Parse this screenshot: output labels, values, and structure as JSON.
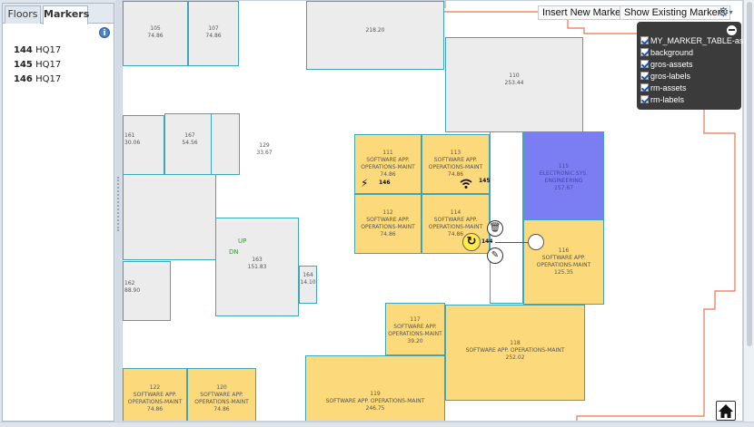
{
  "tabs": [
    {
      "label": "Floors"
    },
    {
      "label": "Markers"
    }
  ],
  "markers": [
    {
      "num": "144",
      "name": "HQ17"
    },
    {
      "num": "145",
      "name": "HQ17"
    },
    {
      "num": "146",
      "name": "HQ17"
    }
  ],
  "toolbar": {
    "insert_label": "Insert New Marker",
    "show_label": "Show Existing Markers",
    "gear_icon": "gear-icon"
  },
  "layers": [
    {
      "label": "MY_MARKER_TABLE-assets",
      "checked": true
    },
    {
      "label": "background",
      "checked": true
    },
    {
      "label": "gros-assets",
      "checked": true
    },
    {
      "label": "gros-labels",
      "checked": true
    },
    {
      "label": "rm-assets",
      "checked": true
    },
    {
      "label": "rm-labels",
      "checked": true
    }
  ],
  "rooms": {
    "r105": {
      "num": "105",
      "area": "74.86"
    },
    "r107": {
      "num": "107",
      "area": "74.86"
    },
    "r218": {
      "area": "218.20"
    },
    "r110": {
      "num": "110",
      "area": "253.44"
    },
    "r161": {
      "num": "161",
      "area": "30.06"
    },
    "r167": {
      "num": "167",
      "area": "54.56"
    },
    "r129": {
      "num": "129",
      "area": "33.67"
    },
    "r111": {
      "num": "111",
      "label": "SOFTWARE APP. OPERATIONS-MAINT",
      "area": "74.86"
    },
    "r113": {
      "num": "113",
      "label": "SOFTWARE APP. OPERATIONS-MAINT",
      "area": "74.86"
    },
    "r112": {
      "num": "112",
      "label": "SOFTWARE APP. OPERATIONS-MAINT",
      "area": "74.86"
    },
    "r114": {
      "num": "114",
      "label": "SOFTWARE APP. OPERATIONS-MAINT",
      "area": "74.86"
    },
    "r115": {
      "num": "115",
      "label": "ELECTRONIC SYS. ENGINEERING",
      "area": "157.67"
    },
    "r116": {
      "num": "116",
      "label": "SOFTWARE APP. OPERATIONS-MAINT",
      "area": "125.35"
    },
    "r163": {
      "num": "163",
      "area": "151.83"
    },
    "r164": {
      "num": "164",
      "area": "14.10"
    },
    "r162": {
      "num": "162",
      "area": "88.90"
    },
    "r117": {
      "num": "117",
      "label": "SOFTWARE APP. OPERATIONS-MAINT",
      "area": "39.20"
    },
    "r118": {
      "num": "118",
      "label": "SOFTWARE APP. OPERATIONS-MAINT",
      "area": "252.02"
    },
    "r119": {
      "num": "119",
      "label": "SOFTWARE APP. OPERATIONS-MAINT",
      "area": "246.75"
    },
    "r122": {
      "num": "122",
      "label": "SOFTWARE APP. OPERATIONS-MAINT",
      "area": "74.86"
    },
    "r120": {
      "num": "120",
      "label": "SOFTWARE APP. OPERATIONS-MAINT",
      "area": "74.86"
    }
  },
  "stairs": {
    "up": "UP",
    "dn": "DN"
  },
  "map_markers": [
    {
      "icon": "plug-icon",
      "num": "146"
    },
    {
      "icon": "wifi-icon",
      "num": "145"
    },
    {
      "icon": "marker-icon",
      "num": "144"
    }
  ],
  "colors": {
    "assigned_room": "#fcd97a",
    "electronic_room": "#7b7ef2",
    "unassigned_room": "#ececec",
    "room_border": "#3fa6b8",
    "building_outline": "#e8744f"
  }
}
